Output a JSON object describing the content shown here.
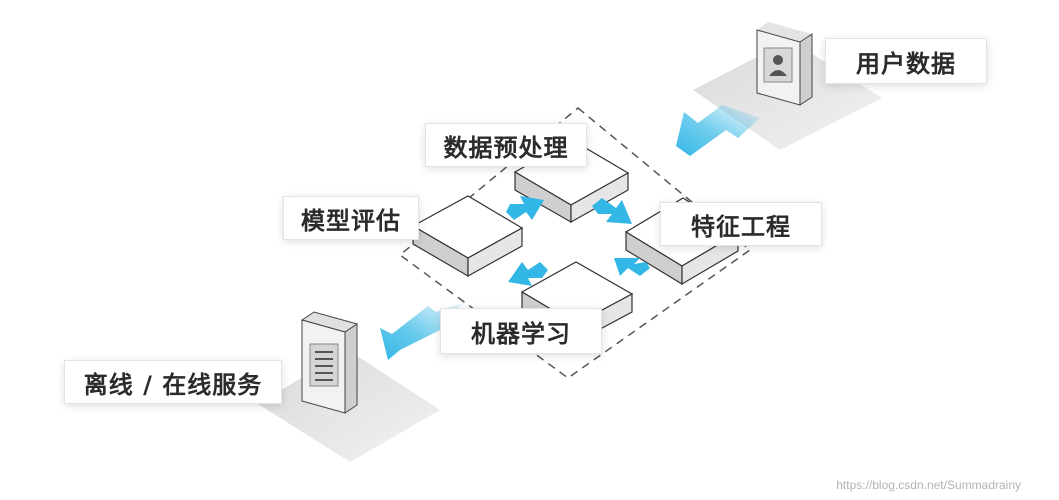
{
  "diagram": {
    "nodes": {
      "user_data": "用户数据",
      "preprocessing": "数据预处理",
      "feature_engineering": "特征工程",
      "model_evaluation": "模型评估",
      "machine_learning": "机器学习",
      "serving": "离线 / 在线服务"
    },
    "watermark": "https://blog.csdn.net/Summadrainy"
  },
  "colors": {
    "arrow": "#33b7e6",
    "plate": "#e5e5e5",
    "block_top": "#ffffff",
    "block_side": "#d0d0d0",
    "outline": "#333333",
    "dashed_border": "#555555"
  }
}
